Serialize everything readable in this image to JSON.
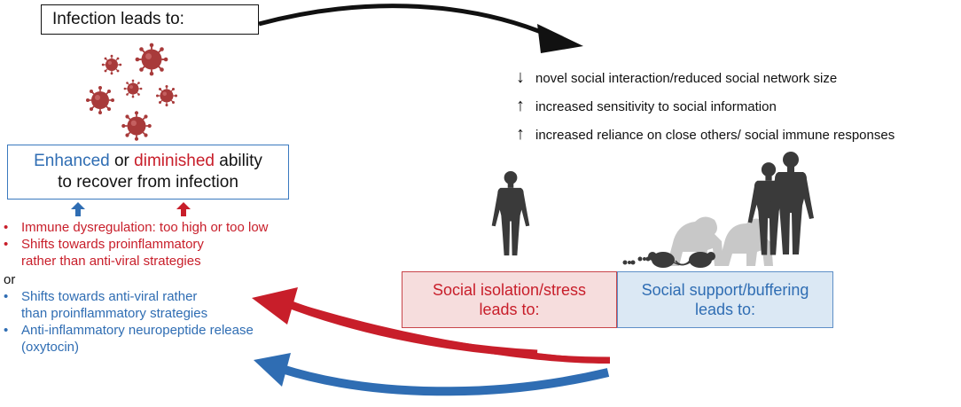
{
  "title_box": {
    "text": "Infection leads to:"
  },
  "outcome": {
    "enhanced": "Enhanced",
    "or": "or",
    "diminished": "diminished",
    "ability": "ability",
    "line2": "to recover from infection"
  },
  "isolation_effects": [
    "Immune dysregulation: too high or too low",
    "Shifts towards proinflammatory",
    "rather than anti-viral strategies"
  ],
  "or_label": "or",
  "support_effects": [
    "Shifts towards anti-viral rather",
    "than proinflammatory strategies",
    "Anti-inflammatory neuropeptide release",
    "(oxytocin)"
  ],
  "bullet_glyph": "•",
  "social_changes": [
    {
      "arrow": "↓",
      "text": "novel social interaction/reduced social network size"
    },
    {
      "arrow": "↑",
      "text": "increased sensitivity to social information"
    },
    {
      "arrow": "↑",
      "text": "increased reliance on close others/ social immune responses"
    }
  ],
  "isolation_box": {
    "line1": "Social isolation/stress",
    "line2": "leads to:"
  },
  "support_box": {
    "line1": "Social support/buffering",
    "line2": "leads to:"
  },
  "colors": {
    "isolation_red": "#c81e2a",
    "support_blue": "#2f6db3",
    "virus": "#a83a3a",
    "human": "#3a3a3a",
    "animals": "#c8c8c8",
    "dark_arrow": "#111111"
  }
}
